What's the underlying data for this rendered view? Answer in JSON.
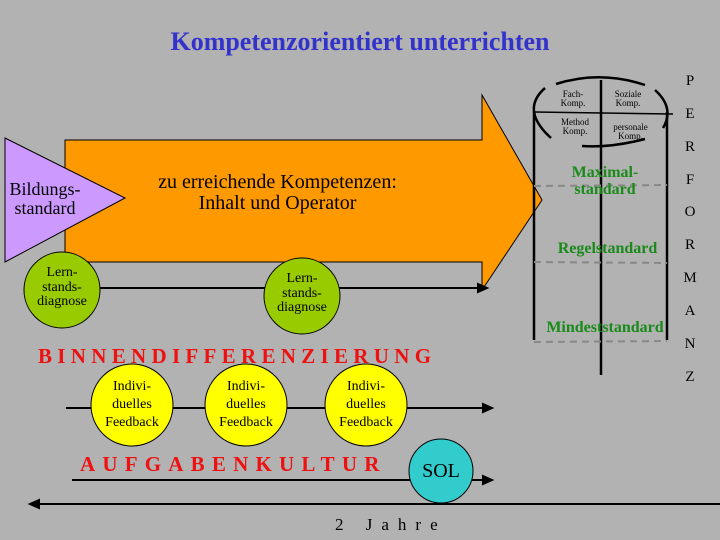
{
  "title": "Kompetenzorientiert unterrichten",
  "triangle_label": [
    "Bildungs-",
    "standard"
  ],
  "arrow_label": [
    "zu erreichende Kompetenzen:",
    "Inhalt und Operator"
  ],
  "diagnose": [
    "Lern-",
    "stands-",
    "diagnose"
  ],
  "binnen": "BINNENDIFFERENZIERUNG",
  "feedback": [
    "Indivi-",
    "duelles",
    "Feedback"
  ],
  "aufgaben": "AUFGABENKULTUR",
  "sol": "SOL",
  "duration": "2 Jahre",
  "competencies": {
    "fach": [
      "Fach-",
      "Komp."
    ],
    "sozial": [
      "Soziale",
      "Komp."
    ],
    "method": [
      "Method",
      "Komp."
    ],
    "personal": [
      "personale",
      "Komp."
    ]
  },
  "standards": {
    "max": [
      "Maximal-",
      "standard"
    ],
    "regel": "Regelstandard",
    "mindest": "Mindeststandard"
  },
  "performanz": [
    "P",
    "E",
    "R",
    "F",
    "O",
    "R",
    "M",
    "A",
    "N",
    "Z"
  ],
  "colors": {
    "arrow": "#ff9900",
    "triangle": "#cc99ff",
    "diagnose": "#99cc00",
    "feedback": "#ffff00",
    "sol": "#33cccc"
  }
}
